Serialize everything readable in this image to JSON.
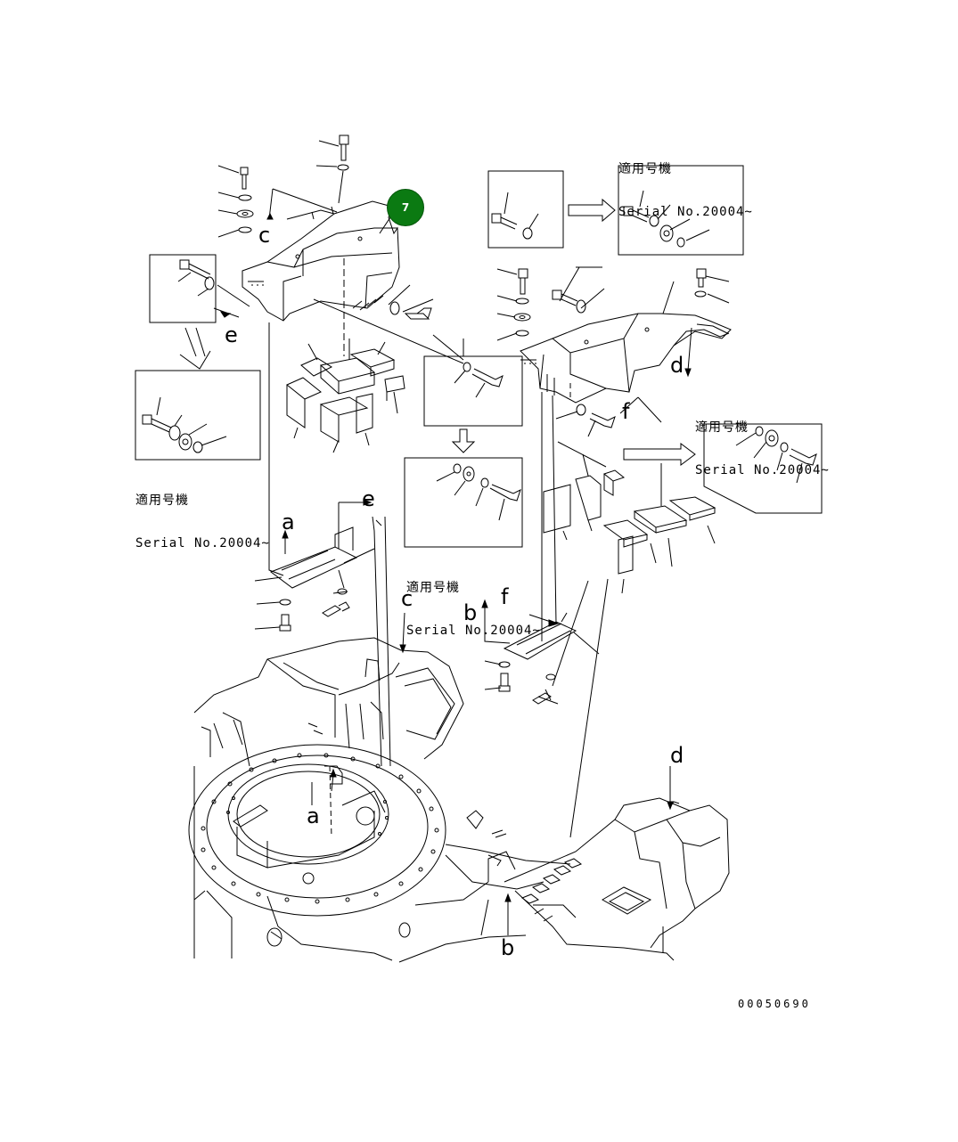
{
  "callout": {
    "number": "7"
  },
  "serial_note": {
    "jp": "適用号機",
    "serial": "Serial No.20004~"
  },
  "refs": {
    "a": "a",
    "b": "b",
    "c": "c",
    "d": "d",
    "e": "e",
    "f": "f"
  },
  "drawing_number": "00050690",
  "colors": {
    "line": "#000000",
    "callout": "#0b7a12",
    "background": "#ffffff"
  }
}
